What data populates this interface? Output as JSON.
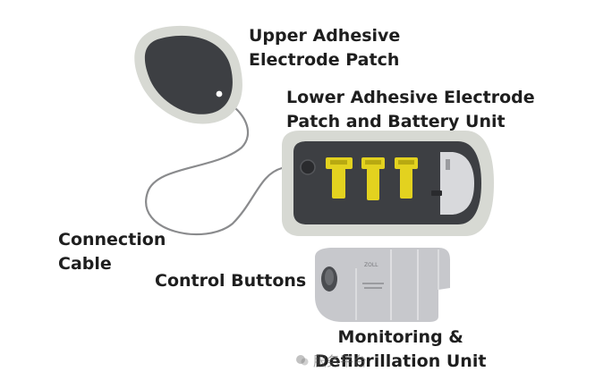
{
  "labels": {
    "upper_patch": [
      "Upper Adhesive",
      "Electrode Patch"
    ],
    "lower_patch": [
      "Lower Adhesive Electrode",
      "Patch and Battery Unit"
    ],
    "connection_cable": [
      "Connection",
      "Cable"
    ],
    "control_buttons": "Control Buttons",
    "monitoring_unit": [
      "Monitoring &",
      "Defibrillation Unit"
    ]
  },
  "device_brand_text": "ZOLL",
  "watermark": "服务平台",
  "colors": {
    "patch_dark": "#3d3f43",
    "patch_border": "#d7d9d3",
    "connector_yellow": "#e3d21f",
    "unit_gray": "#c7c8cc",
    "cable": "#8a8b8d",
    "label_text": "#1e1e1e"
  }
}
